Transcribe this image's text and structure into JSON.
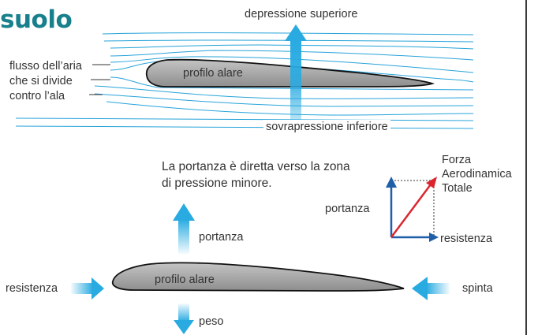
{
  "title": "suolo",
  "top_diagram": {
    "label_upper": "depressione superiore",
    "label_lower": "sovrapressione inferiore",
    "airflow_label": [
      "flusso dell’aria",
      "che si divide",
      "contro l’ala"
    ],
    "airfoil_label": "profilo alare"
  },
  "caption": [
    "La portanza è diretta verso la zona",
    "di pressione minore."
  ],
  "bottom_diagram": {
    "airfoil_label": "profilo alare",
    "lift_label": "portanza",
    "drag_label": "resistenza",
    "thrust_label": "spinta",
    "weight_label": "peso"
  },
  "vector_diagram": {
    "total_force_label": [
      "Forza",
      "Aerodinamica",
      "Totale"
    ],
    "lift_label": "portanza",
    "drag_label": "resistenza"
  },
  "colors": {
    "title": "#17808c",
    "flow_lines": "#27a3d9",
    "arrow_blue": "#29abe2",
    "airfoil_fill": "#a8a8a8",
    "vector_blue": "#1f5fa8",
    "vector_red": "#d9262f"
  }
}
